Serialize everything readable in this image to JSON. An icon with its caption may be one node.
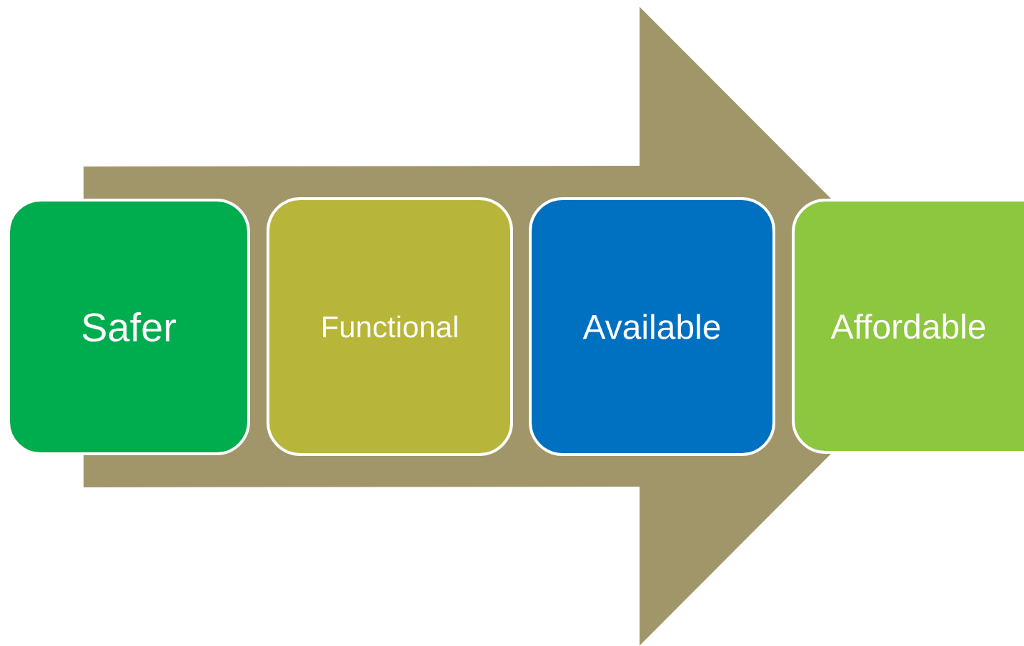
{
  "diagram": {
    "nodes": [
      {
        "text": [
          "Safer"
        ]
      },
      {
        "text": [
          "Functional"
        ]
      },
      {
        "text": [
          "Available"
        ]
      },
      {
        "text": [
          "Affordable"
        ]
      }
    ],
    "edges": [
      {
        "from": 0,
        "to": 3,
        "arrow": "to"
      }
    ]
  }
}
